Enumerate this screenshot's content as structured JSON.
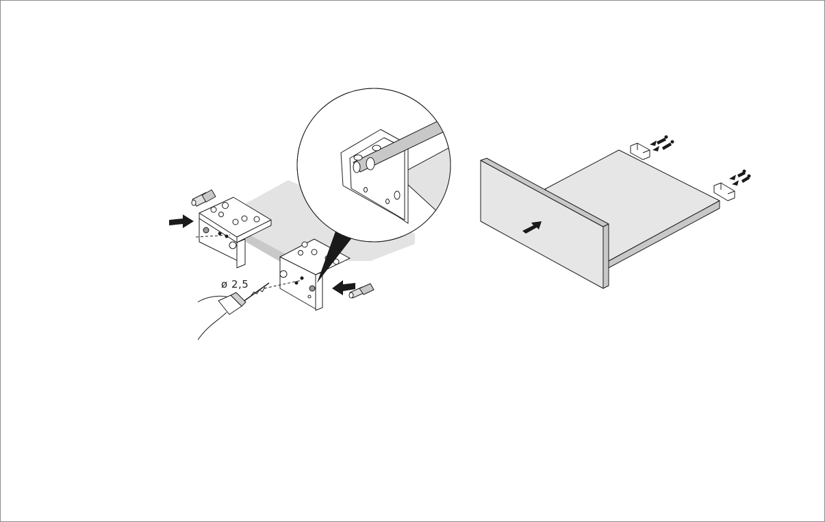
{
  "figure": {
    "title": "Assembly instruction illustration",
    "panels": [
      {
        "id": "left",
        "description": "Drilling jig positioned on drawer side panel with detail magnifier",
        "labels": {
          "drill_diameter": "ø 2,5"
        },
        "icons": [
          "arrow-right-icon",
          "arrow-left-icon",
          "drill-icon",
          "magnifier-detail",
          "dowel-pin-icon"
        ]
      },
      {
        "id": "right",
        "description": "Drawer front pushed onto drawer bottom, clips fixed with screws",
        "icons": [
          "arrow-push-icon",
          "clip-icon",
          "screw-icon"
        ]
      }
    ]
  },
  "colors": {
    "panel_fill": "#e6e6e6",
    "edge_fill": "#c8c8c8",
    "line": "#1a1a1a",
    "arrow": "#1a1a1a",
    "border": "#8a8a8a"
  }
}
